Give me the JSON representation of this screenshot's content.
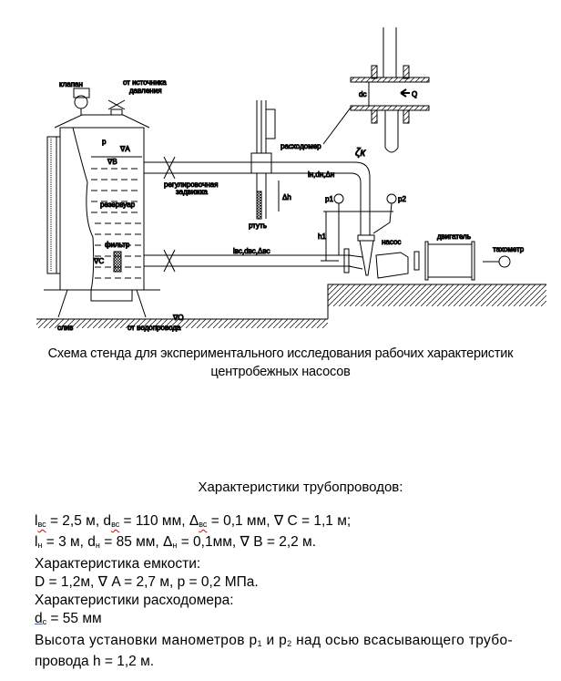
{
  "diagram": {
    "labels": {
      "valve": "клапан",
      "pressure_source": "от источника давления",
      "pressure_source_1": "от источника",
      "pressure_source_2": "давления",
      "p": "p",
      "level_a": "∇A",
      "level_b": "∇B",
      "level_c": "∇C",
      "level_o": "∇O",
      "regulating_valve_1": "регулировочная",
      "regulating_valve_2": "задвижка",
      "reservoir": "резервуар",
      "filter": "фильтр",
      "drain": "слив",
      "from_water_supply": "от водопровода",
      "flowmeter": "расходомер",
      "mercury": "ртуть",
      "delta_h": "Δh",
      "suction_pipe": "lвс,dвс,Δвс",
      "pressure_pipe": "lн,dн,Δн",
      "zeta": "ζк",
      "p1": "p1",
      "p2": "p2",
      "h1": "h1",
      "pump": "насос",
      "motor": "двигатель",
      "tachometer": "тахометр",
      "dc": "dc",
      "q": "Q"
    }
  },
  "caption": {
    "line1": "Схема стенда для экспериментального исследования рабочих характеристик",
    "line2": "центробежных насосов"
  },
  "heading": "Характеристики трубопроводов:",
  "lines": [
    [
      "l",
      "вс",
      " = 2,5 м, d",
      "вс",
      " = 110 мм, Δ",
      "вс",
      " = 0,1 мм,  ∇ C = 1,1 м;"
    ],
    [
      "l",
      "н",
      " = 3 м, d",
      "н",
      " = 85 мм, Δ",
      "н",
      " = 0,1мм,  ∇ B = 2,2 м."
    ],
    [
      "Характеристика емкости:"
    ],
    [
      "D = 1,2м,  ∇ A = 2,7 м, p = 0,2 МПа."
    ],
    [
      "Характеристики расходомера:"
    ],
    [
      "d",
      "c",
      " = 55 мм"
    ],
    [
      "Высота установки манометров p",
      "1",
      " и p",
      "2",
      " над осью всасывающего трубо-"
    ],
    [
      "провода h = 1,2 м."
    ]
  ]
}
